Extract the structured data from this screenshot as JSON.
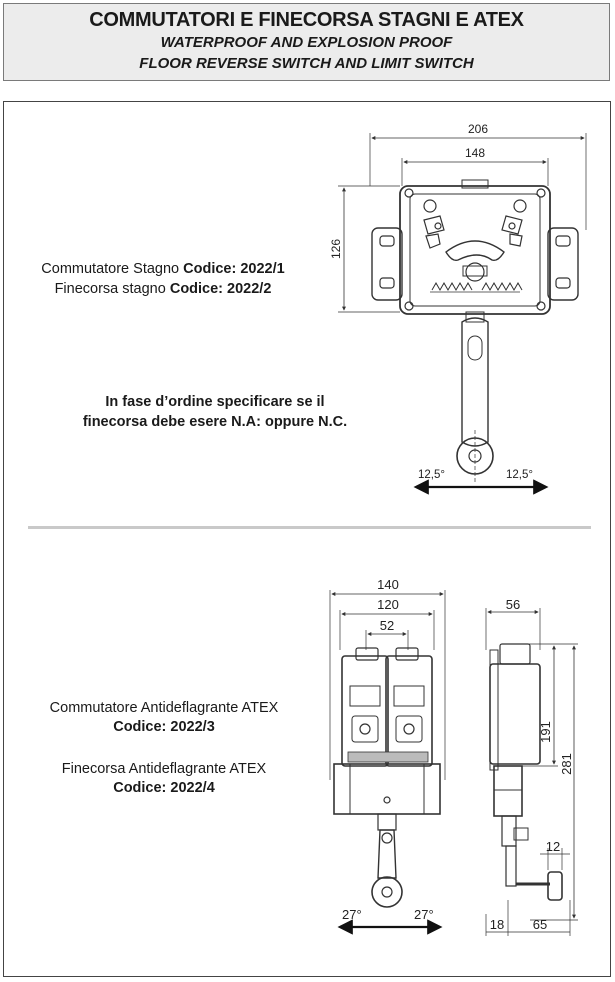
{
  "header": {
    "title": "COMMUTATORI E FINECORSA STAGNI E ATEX",
    "subtitle_1": "WATERPROOF AND EXPLOSION PROOF",
    "subtitle_2": "FLOOR REVERSE SWITCH AND LIMIT SWITCH"
  },
  "section1": {
    "line1_text": "Commutatore Stagno ",
    "line1_code_label": "Codice: 2022/1",
    "line2_text": "Finecorsa stagno ",
    "line2_code_label": "Codice: 2022/2",
    "note_line1": "In fase d’ordine specificare se il",
    "note_line2": "finecorsa debe esere N.A: oppure N.C.",
    "dims": {
      "width_total": "206",
      "width_inner": "148",
      "height": "126",
      "angle_left": "12,5°",
      "angle_right": "12,5°"
    }
  },
  "section2": {
    "item1_line1": "Commutatore Antideflagrante ATEX",
    "item1_line2": "Codice: 2022/3",
    "item2_line1": "Finecorsa Antideflagrante ATEX",
    "item2_line2": "Codice: 2022/4",
    "dims_front": {
      "w140": "140",
      "w120": "120",
      "w52": "52",
      "angle_left": "27°",
      "angle_right": "27°"
    },
    "dims_side": {
      "w56": "56",
      "h191": "191",
      "h281": "281",
      "d12": "12",
      "d18": "18",
      "d65": "65"
    }
  }
}
